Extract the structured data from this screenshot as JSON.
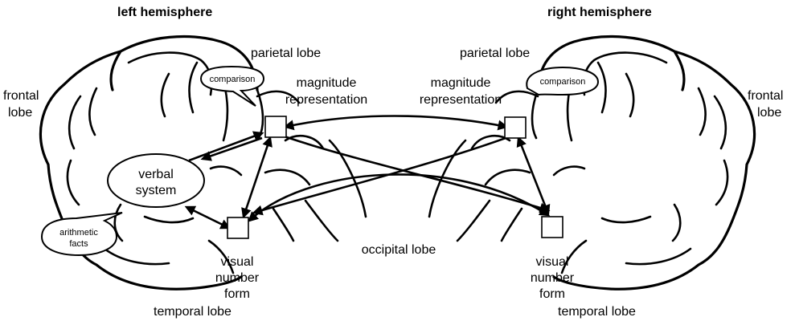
{
  "hemispheres": {
    "left": "left hemisphere",
    "right": "right hemisphere"
  },
  "lobes": {
    "parietal_left": "parietal lobe",
    "parietal_right": "parietal lobe",
    "frontal_left_1": "frontal",
    "frontal_left_2": "lobe",
    "frontal_right_1": "frontal",
    "frontal_right_2": "lobe",
    "occipital": "occipital lobe",
    "temporal_left": "temporal lobe",
    "temporal_right": "temporal lobe"
  },
  "modules": {
    "magnitude_left_1": "magnitude",
    "magnitude_left_2": "representation",
    "magnitude_right_1": "magnitude",
    "magnitude_right_2": "representation",
    "comparison_left": "comparison",
    "comparison_right": "comparison",
    "verbal_1": "verbal",
    "verbal_2": "system",
    "arithmetic_1": "arithmetic",
    "arithmetic_2": "facts",
    "visual_left_1": "visual",
    "visual_left_2": "number",
    "visual_left_3": "form",
    "visual_right_1": "visual",
    "visual_right_2": "number",
    "visual_right_3": "form"
  }
}
